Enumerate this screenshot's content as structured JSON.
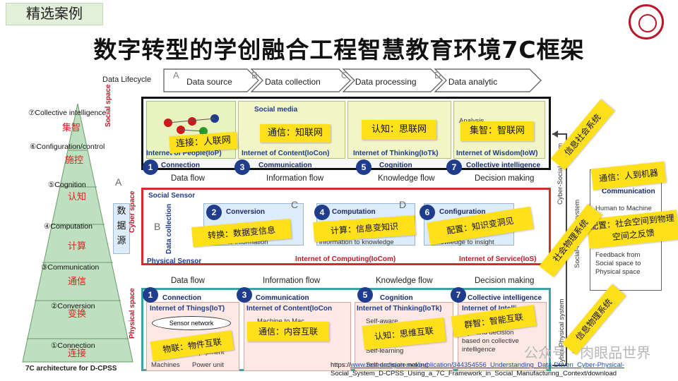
{
  "header": {
    "tag": "精选案例",
    "title": "数字转型的学创融合工程智慧教育环境7C框架"
  },
  "lifecycle": {
    "label": "Data Lifecycle",
    "stages": [
      {
        "letter": "A",
        "label": "Data source"
      },
      {
        "letter": "B",
        "label": "Data collection"
      },
      {
        "letter": "C",
        "label": "Data processing"
      },
      {
        "letter": "D",
        "label": "Data analytic"
      }
    ]
  },
  "pyramid": {
    "caption": "7C architecture for D-CPSS",
    "levels": [
      {
        "en": "⑦Collective intelligence",
        "cn": "集智"
      },
      {
        "en": "⑥Configuration/control",
        "cn": "施控"
      },
      {
        "en": "⑤Cognition",
        "cn": "认知"
      },
      {
        "en": "④Computation",
        "cn": "计算"
      },
      {
        "en": "③Communication",
        "cn": "通信"
      },
      {
        "en": "②Conversion",
        "cn": "变换"
      },
      {
        "en": "①Connection",
        "cn": "连接"
      }
    ],
    "source_letter": "A",
    "source_cn": [
      "数",
      "据",
      "源"
    ]
  },
  "spaces": {
    "social": "Social space",
    "cyber": "Cyber space",
    "physical": "Physical space"
  },
  "social_row": {
    "social_media": "Social media",
    "analysis": "Analysis",
    "boxes": [
      {
        "num": "1",
        "caption": "Internet of People(IoP)",
        "step": "Connection"
      },
      {
        "num": "3",
        "caption": "Internet of Content(IoCon)",
        "step": "Communication"
      },
      {
        "num": "5",
        "caption": "Internet of Thinking(IoTk)",
        "step": "Cognition"
      },
      {
        "num": "7",
        "caption": "Internet of Wisdom(IoW)",
        "step": "Collective intelligence"
      }
    ]
  },
  "flows_top": [
    "Data flow",
    "Information flow",
    "Knowledge flow",
    "Decision making"
  ],
  "cyber_row": {
    "social_sensor": "Social Sensor",
    "physical_sensor": "Physical Sensor",
    "collection": "Data collection",
    "letter_b": "B",
    "letter_c": "C",
    "letter_d": "D",
    "steps": [
      {
        "num": "2",
        "label": "Conversion",
        "sub": "to information"
      },
      {
        "num": "4",
        "label": "Computation",
        "sub": "information to knowledge"
      },
      {
        "num": "6",
        "label": "Configuration",
        "sub": "Knowledge to insight"
      }
    ],
    "iocom": "Internet of Computing(IoCom)",
    "iose": "Internet of Service(IoS)"
  },
  "flows_bottom": [
    "Data flow",
    "Information flow",
    "Knowledge flow",
    "Decision making"
  ],
  "physical_row": {
    "steps": [
      {
        "num": "1",
        "label": "Connection",
        "title": "Internet of Things(IoT)"
      },
      {
        "num": "3",
        "label": "Communication",
        "title": "Internet of Content(IoCon"
      },
      {
        "num": "5",
        "label": "Cognition",
        "title": "Internet of Thinking(IoTk)"
      },
      {
        "num": "7",
        "label": "Collective intelligence",
        "title": "Internet of Intelli..."
      }
    ],
    "sensor_network": "Sensor network",
    "iot_items": [
      "Equipment",
      "Machines",
      "Power unit"
    ],
    "iocon_items": [
      "Machine to Mac..."
    ],
    "iotk_items": [
      "Self-aware",
      "Self-learning",
      "Self-decision-making"
    ],
    "iow_items": [
      "...ys and decision",
      "based on collective",
      "intelligence"
    ]
  },
  "right_panel": {
    "communication": "Communication",
    "h2m": "Human to Machine",
    "feedback": [
      "Feedback from",
      "Social space to",
      "Physical space"
    ],
    "cyber_social": "Cyber-Social system",
    "social_physical": "Social-Physical system",
    "cyber_physical": "Cyber-Physical system"
  },
  "stickies": {
    "connection": "连接：人联网",
    "communication": "通信：知联网",
    "cognition": "认知：思联网",
    "wisdom": "集智：智联网",
    "conversion": "转换：数据变信息",
    "computation": "计算：信息变知识",
    "configuration": "配置：知识变洞见",
    "h2m": "通信：人到机器",
    "feedback": "配置：社会空间到物理空间之反馈",
    "iot": "物联：物件互联",
    "iocon": "通信：内容互联",
    "iotk": "认知：思维互联",
    "iow": "群智：智能互联",
    "info_social": "信息社会系统",
    "social_physical": "社会物理系统",
    "info_physical": "信息物理系统"
  },
  "footer": {
    "url_prefix": "https://",
    "url_link": "www.researchgate.net/publication/344354556_Understanding_Data-Driven_Cyber-Physical-",
    "url_rest": "Social_System_D-CPSS_Using_a_7C_Framework_in_Social_Manufacturing_Context/download",
    "watermark": "公众号 · 肉眼品世界"
  },
  "colors": {
    "accent_blue": "#1f3d8c",
    "frame_red": "#d42c2c",
    "sticky": "#ffe01b",
    "pyramid_green": "#bfe0c0"
  }
}
